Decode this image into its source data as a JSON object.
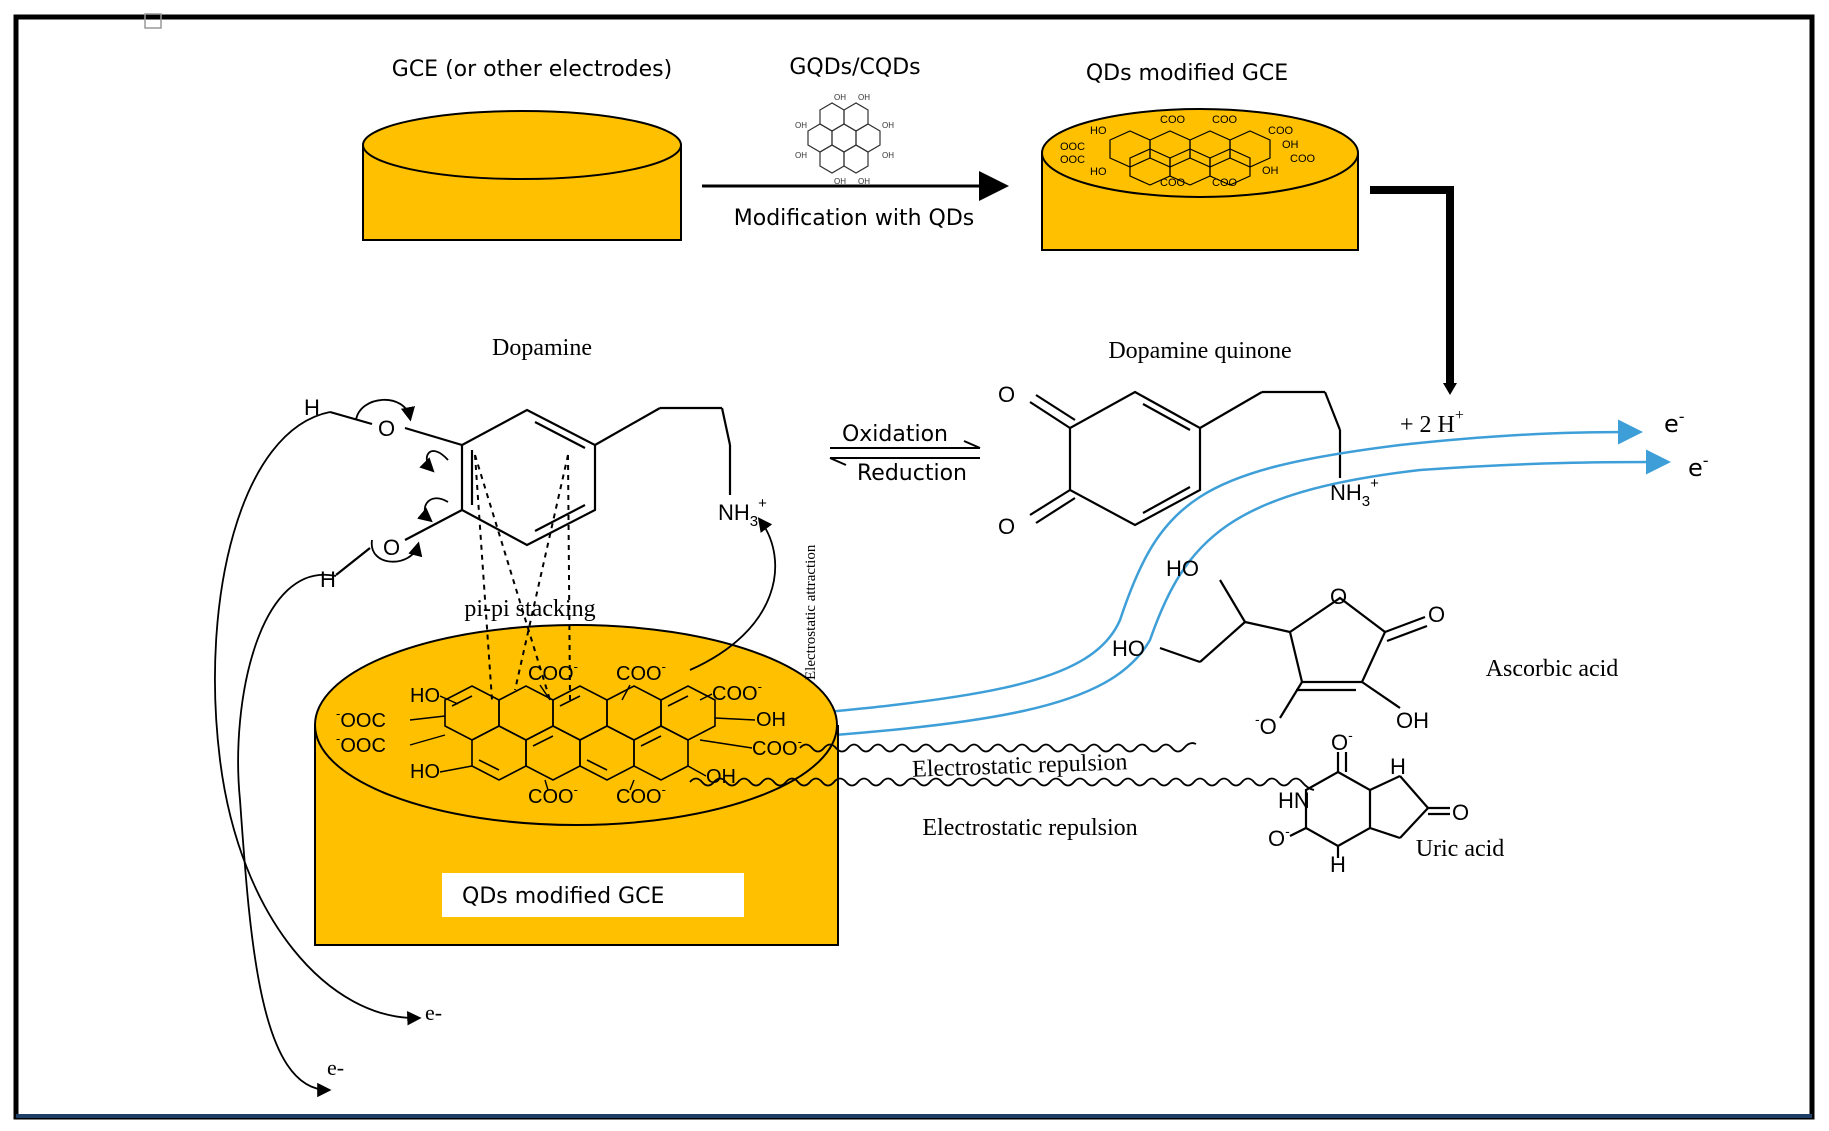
{
  "colors": {
    "electrode_fill": "#FFC000",
    "frame": "#000000",
    "blue_path": "#3E9FD8",
    "frame_bottom": "#1F3F66"
  },
  "labels": {
    "gce_top": "GCE (or other electrodes)",
    "qds_reagent": "GQDs/CQDs",
    "modification": "Modification with QDs",
    "qds_modified_top": "QDs modified GCE",
    "dopamine": "Dopamine",
    "dopamine_quinone": "Dopamine quinone",
    "oxidation": "Oxidation",
    "reduction": "Reduction",
    "protons": "+ 2 H",
    "protons_sup": "+",
    "electron": "e",
    "electron_sup": "-",
    "electron_small": "e-",
    "pi_stacking": "pi-pi stacking",
    "electrostatic_attraction": "Electrostatic attraction",
    "ascorbic_acid": "Ascorbic acid",
    "uric_acid": "Uric acid",
    "electrostatic_repulsion": "Electrostatic repulsion",
    "qds_modified_box": "QDs modified GCE"
  },
  "groups": {
    "coo": "COO",
    "minus": "-",
    "oh": "OH",
    "ho": "HO",
    "ooc": "OOC",
    "nh3": "NH",
    "nh3_sub": "3",
    "plus": "+",
    "h": "H",
    "o": "O",
    "hn": "HN",
    "n_h": "H"
  }
}
